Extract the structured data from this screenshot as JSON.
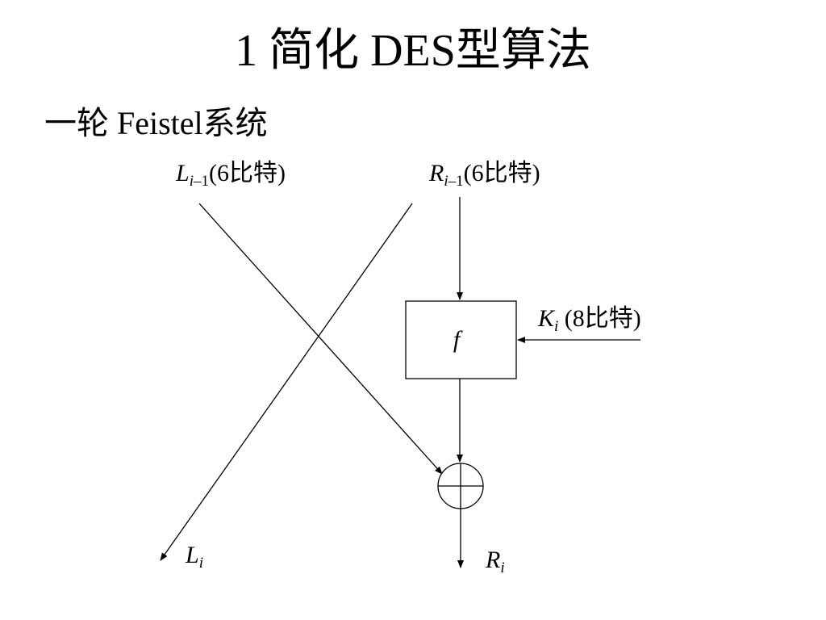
{
  "title": "1 简化 DES型算法",
  "subtitle": "一轮 Feistel系统",
  "labels": {
    "l_prev": {
      "var": "L",
      "sub_var": "i",
      "sub_rest": "–1",
      "suffix": "(6比特)"
    },
    "r_prev": {
      "var": "R",
      "sub_var": "i",
      "sub_rest": "–1",
      "suffix": "(6比特)"
    },
    "k": {
      "var": "K",
      "sub_var": "i",
      "suffix": " (8比特)"
    },
    "l_out": {
      "var": "L",
      "sub_var": "i"
    },
    "r_out": {
      "var": "R",
      "sub_var": "i"
    },
    "f_box": "f"
  }
}
